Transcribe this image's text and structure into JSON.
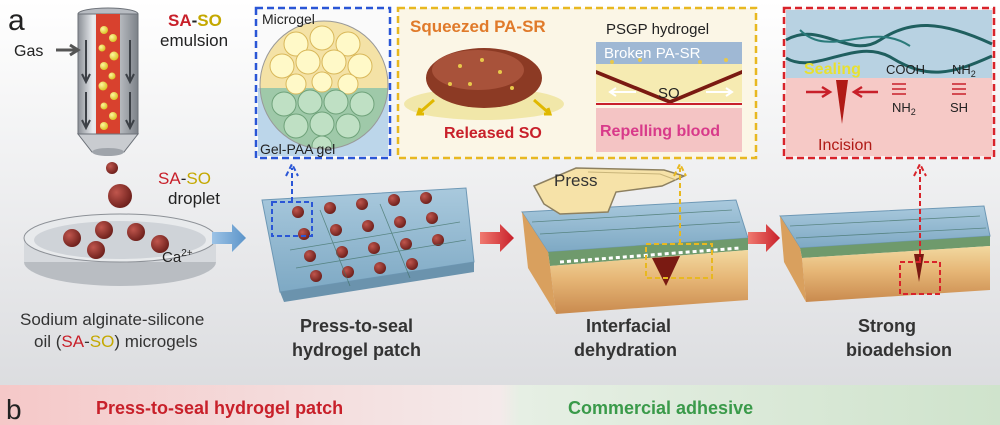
{
  "panel_a": {
    "label": "a",
    "col1": {
      "gas": "Gas",
      "emulsion_sa": "SA",
      "emulsion_dash": "-",
      "emulsion_so": "SO",
      "emulsion_word": "emulsion",
      "droplet_sa": "SA",
      "droplet_dash": "-",
      "droplet_so": "SO",
      "droplet_word": "droplet",
      "ca": "Ca",
      "ca_sup": "2+",
      "caption_line1": "Sodium alginate-silicone",
      "caption_line2_a": "oil (",
      "caption_line2_sa": "SA",
      "caption_line2_dash": "-",
      "caption_line2_so": "SO",
      "caption_line2_b": ") microgels"
    },
    "inset_microgel": {
      "top_label": "Microgel",
      "bottom_label": "Gel-PAA gel"
    },
    "inset_squeeze": {
      "title": "Squeezed PA-SR",
      "released": "Released SO",
      "psgp": "PSGP hydrogel",
      "broken": "Broken  PA-SR",
      "so": "SO",
      "repelling": "Repelling blood"
    },
    "inset_seal": {
      "sealing": "Sealing",
      "cooh": "COOH",
      "nh2_top": "NH",
      "nh2_top_sub": "2",
      "nh2_bottom": "NH",
      "nh2_bottom_sub": "2",
      "sh": "SH",
      "incision": "Incision"
    },
    "press": "Press",
    "captions": {
      "patch_1": "Press-to-seal",
      "patch_2": "hydrogel patch",
      "dehyd_1": "Interfacial",
      "dehyd_2": "dehydration",
      "bio_1": "Strong",
      "bio_2": "bioadehsion"
    }
  },
  "panel_b": {
    "label": "b",
    "left_title": "Press-to-seal hydrogel patch",
    "right_title": "Commercial adhesive"
  },
  "colors": {
    "red_text": "#c8202a",
    "yellow_text": "#c4a800",
    "blue_dash": "#2a56d6",
    "yellow_dash": "#e8b820",
    "red_dash": "#d8232a",
    "green_text": "#3a9a4a"
  }
}
